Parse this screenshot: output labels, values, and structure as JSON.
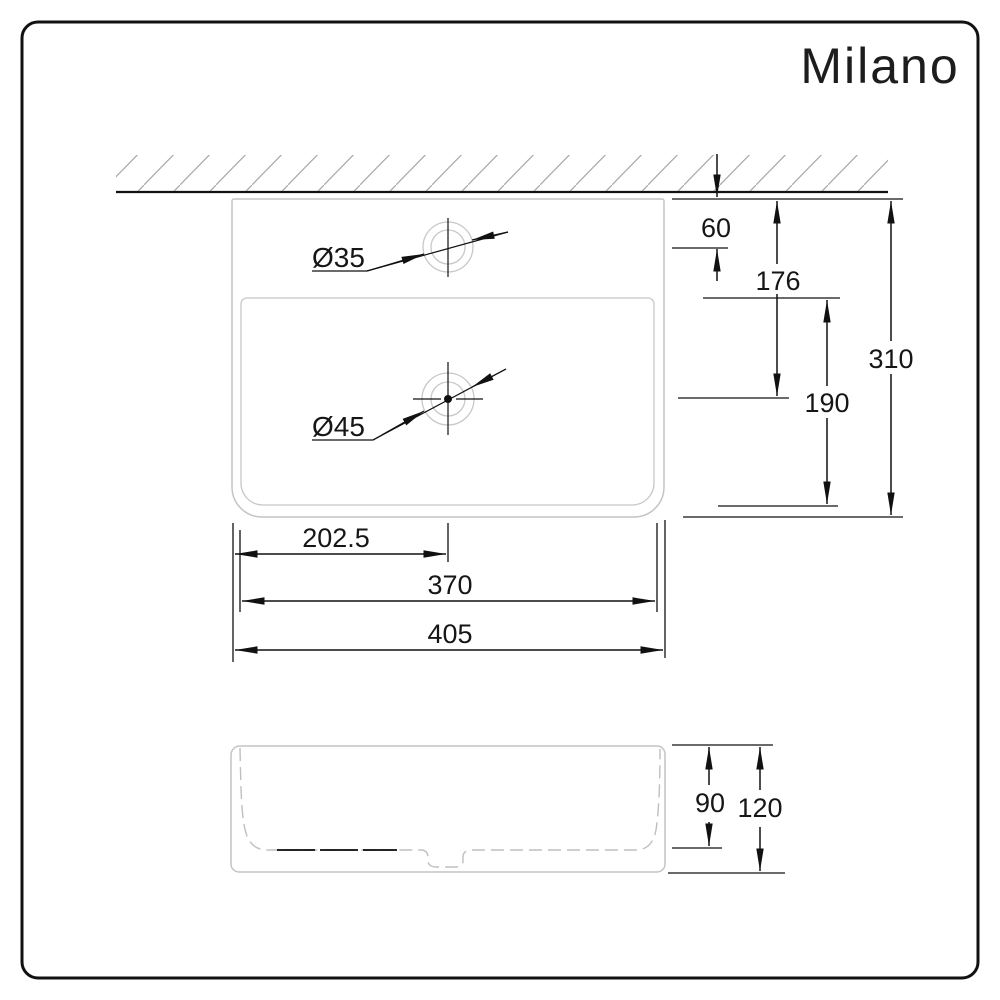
{
  "brand": {
    "logo": "Milano"
  },
  "top_view": {
    "tap_hole_label": "Ø35",
    "waste_hole_label": "Ø45",
    "dims": {
      "rim_to_tap_center": "60",
      "rim_to_waste_center": "176",
      "bowl_inner_depth": "190",
      "overall_depth": "310",
      "left_edge_to_waste_center": "202.5",
      "bowl_inner_width": "370",
      "overall_width": "405"
    }
  },
  "side_view": {
    "dims": {
      "bowl_depth": "90",
      "overall_height": "120"
    }
  }
}
